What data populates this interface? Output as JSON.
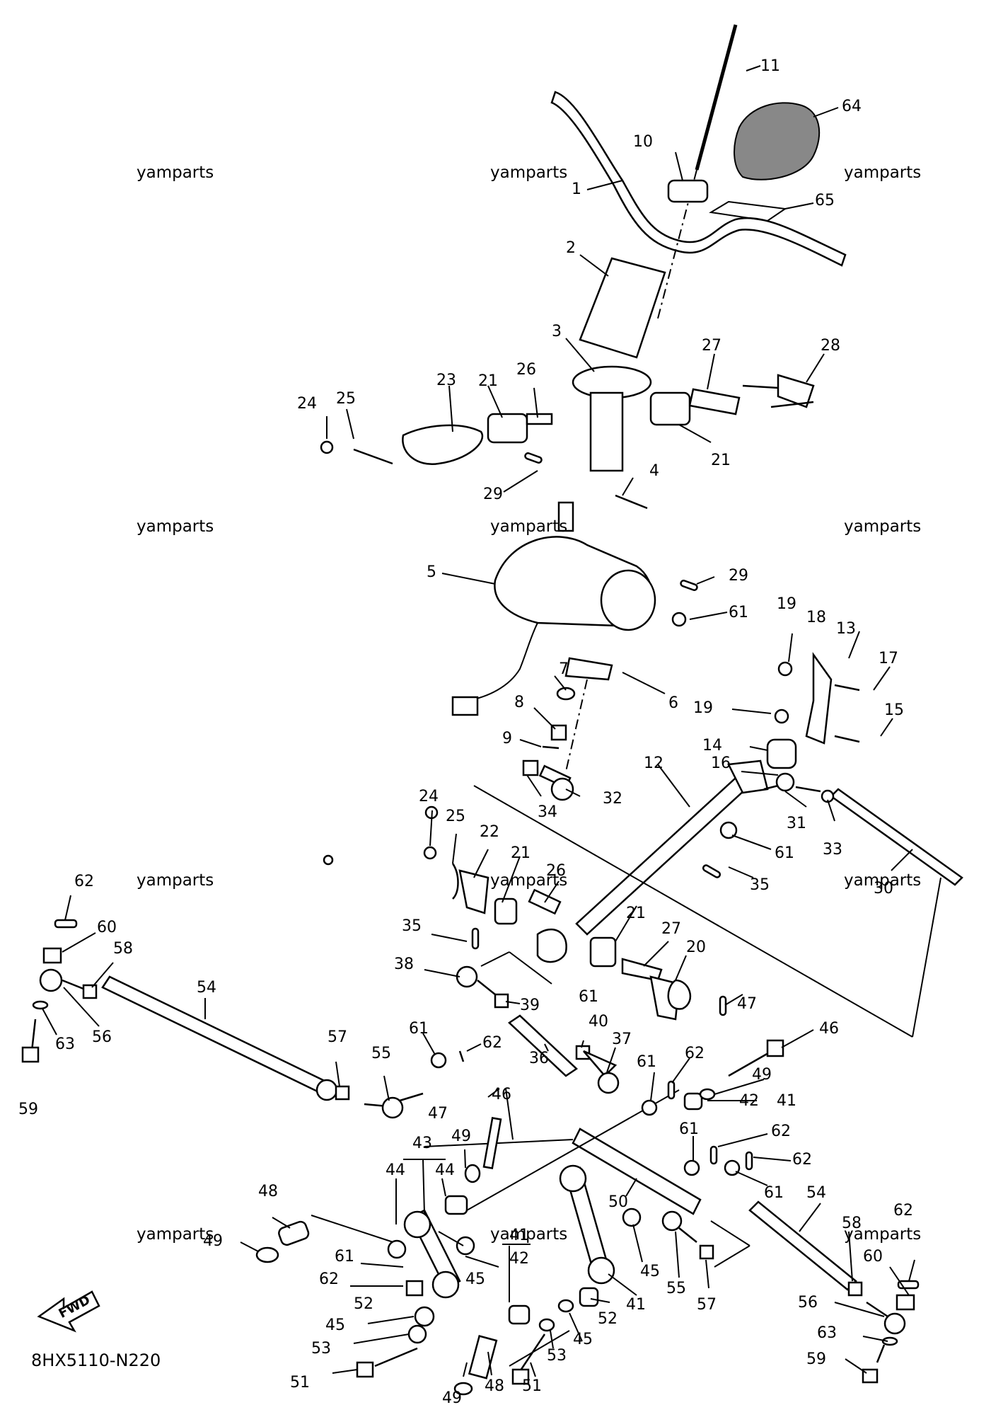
{
  "diagram_code": "8HX5110-N220",
  "watermark_text": "yamparts",
  "fwd_text": "FWD",
  "labels": {
    "l1": "1",
    "l2": "2",
    "l3": "3",
    "l4": "4",
    "l5": "5",
    "l6": "6",
    "l7": "7",
    "l8": "8",
    "l9": "9",
    "l10": "10",
    "l11": "11",
    "l12": "12",
    "l13": "13",
    "l14": "14",
    "l15": "15",
    "l16": "16",
    "l17": "17",
    "l18": "18",
    "l19": "19",
    "l20": "20",
    "l21": "21",
    "l22": "22",
    "l23": "23",
    "l24": "24",
    "l25": "25",
    "l26": "26",
    "l27": "27",
    "l28": "28",
    "l29": "29",
    "l30": "30",
    "l31": "31",
    "l32": "32",
    "l33": "33",
    "l34": "34",
    "l35": "35",
    "l36": "36",
    "l37": "37",
    "l38": "38",
    "l39": "39",
    "l40": "40",
    "l41": "41",
    "l42": "42",
    "l43": "43",
    "l44": "44",
    "l45": "45",
    "l46": "46",
    "l47": "47",
    "l48": "48",
    "l49": "49",
    "l50": "50",
    "l51": "51",
    "l52": "52",
    "l53": "53",
    "l54": "54",
    "l55": "55",
    "l56": "56",
    "l57": "57",
    "l58": "58",
    "l59": "59",
    "l60": "60",
    "l61": "61",
    "l62": "62",
    "l63": "63",
    "l64": "64",
    "l65": "65"
  }
}
